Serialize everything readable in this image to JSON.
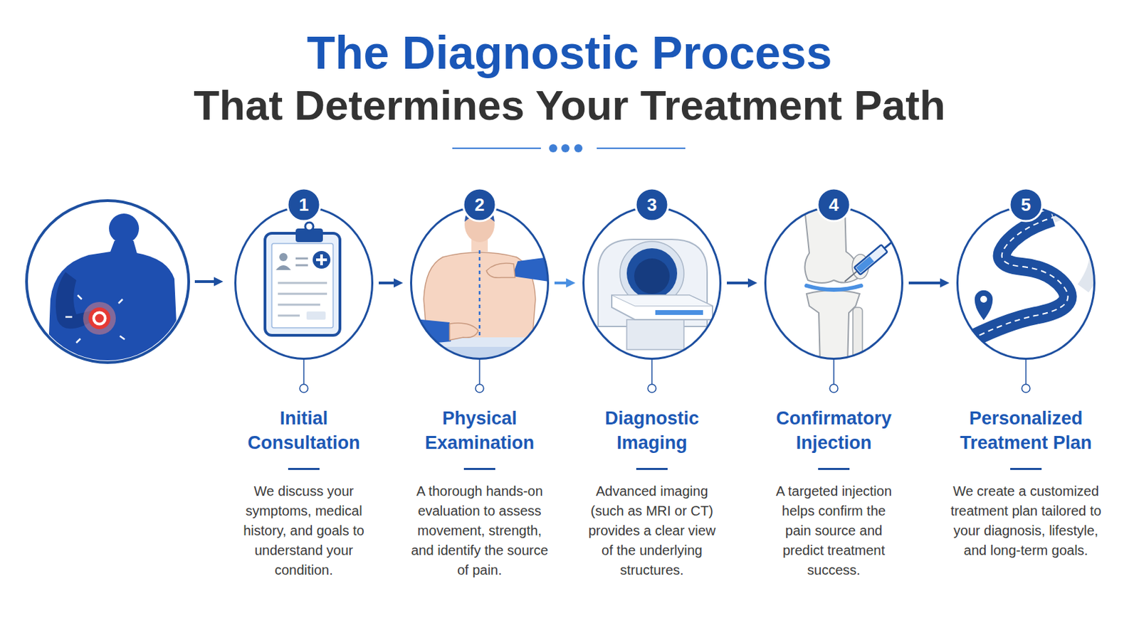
{
  "diagram": {
    "title": "The Diagnostic Process",
    "nodes": [
      {
        "text": [
          "1",
          "Initial Consultation",
          "We discuss your symptoms, medical history, and goals to understand your condition."
        ]
      },
      {
        "text": [
          "2",
          "Physical Examination",
          "A thorough hands-on evaluation to assess movement, strength, and identify the source of pain."
        ]
      },
      {
        "text": [
          "3",
          "Diagnostic Imaging",
          "Advanced imaging (such as MRI or CT) provides a clear view of the underlying structures."
        ]
      },
      {
        "text": [
          "4",
          "Confirmatory Injection",
          "A targeted injection helps confirm the pain source and predict treatment success."
        ]
      },
      {
        "text": [
          "5",
          "Personalized Treatment Plan",
          "We create a customized treatment plan tailored to your diagnosis, lifestyle, and long-term goals."
        ]
      }
    ],
    "edges": [
      {
        "from": 0,
        "to": 1,
        "arrow": "to"
      },
      {
        "from": 1,
        "to": 2,
        "arrow": "to"
      },
      {
        "from": 2,
        "to": 3,
        "arrow": "to"
      },
      {
        "from": 3,
        "to": 4,
        "arrow": "to"
      }
    ],
    "labels": [
      "That Determines Your Treatment Path"
    ]
  }
}
